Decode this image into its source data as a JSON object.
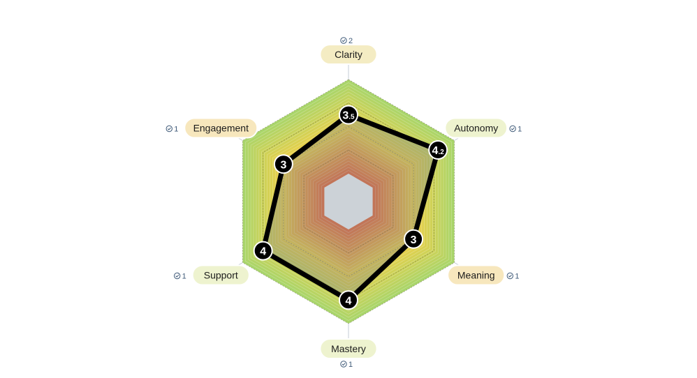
{
  "chart_data": {
    "type": "radar",
    "axes": [
      {
        "label": "Clarity",
        "value": 3.5,
        "value_label_int": "3",
        "value_label_dec": ".5",
        "count": "2",
        "pill_color": "#f4ecc3"
      },
      {
        "label": "Autonomy",
        "value": 4.2,
        "value_label_int": "4",
        "value_label_dec": ".2",
        "count": "1",
        "pill_color": "#eef3cf"
      },
      {
        "label": "Meaning",
        "value": 3,
        "value_label_int": "3",
        "value_label_dec": "",
        "count": "1",
        "pill_color": "#f7e7bd"
      },
      {
        "label": "Mastery",
        "value": 4,
        "value_label_int": "4",
        "value_label_dec": "",
        "count": "1",
        "pill_color": "#eef3cf"
      },
      {
        "label": "Support",
        "value": 4,
        "value_label_int": "4",
        "value_label_dec": "",
        "count": "1",
        "pill_color": "#eef3cf"
      },
      {
        "label": "Engagement",
        "value": 3,
        "value_label_int": "3",
        "value_label_dec": "",
        "count": "1",
        "pill_color": "#f7e7bd"
      }
    ],
    "scale": {
      "min": 1,
      "max": 5
    },
    "colors": {
      "inner": "#f06a3c",
      "mid": "#f3cf45",
      "outer": "#a9d56a",
      "series_line": "#000000",
      "series_fill": "#6e7d8c",
      "axis_line": "#c5ccd6",
      "count_icon": "#3f5a78"
    },
    "legend": "none",
    "grid": true
  }
}
